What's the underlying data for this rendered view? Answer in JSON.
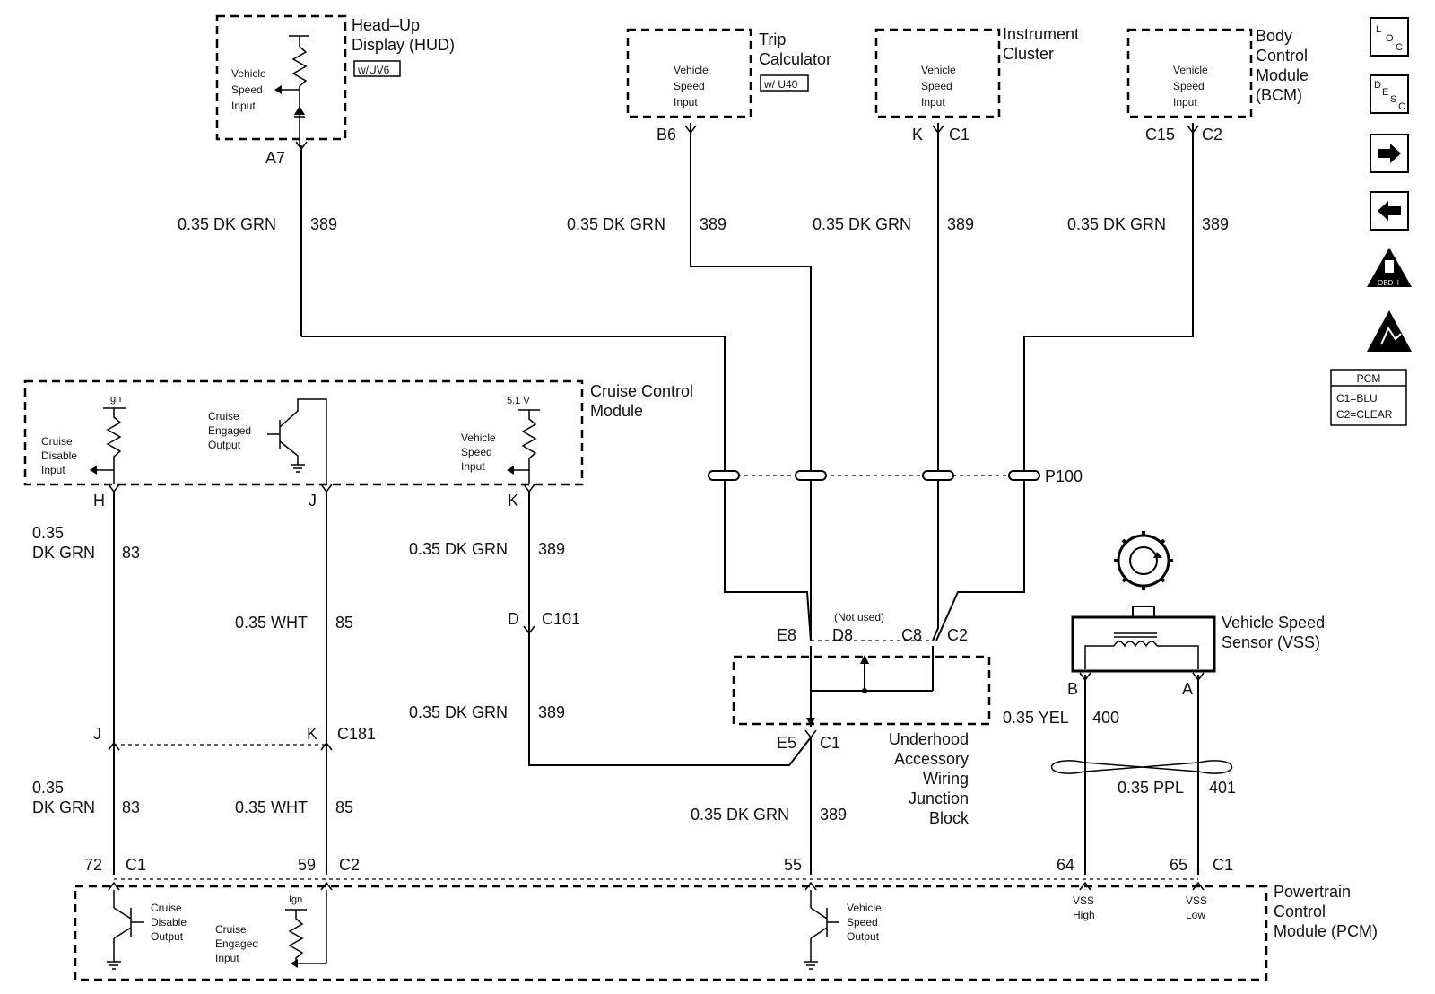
{
  "modules": {
    "hud": {
      "name": [
        "Head–Up",
        "Display (HUD)"
      ],
      "option": "w/UV6",
      "input": [
        "Vehicle",
        "Speed",
        "Input"
      ],
      "pin": "A7"
    },
    "trip": {
      "name": [
        "Trip",
        "Calculator"
      ],
      "option": "w/ U40",
      "input": [
        "Vehicle",
        "Speed",
        "Input"
      ],
      "pin": "B6"
    },
    "cluster": {
      "name": [
        "Instrument",
        "Cluster"
      ],
      "input": [
        "Vehicle",
        "Speed",
        "Input"
      ],
      "pin": "K",
      "conn": "C1"
    },
    "bcm": {
      "name": [
        "Body",
        "Control",
        "Module",
        "(BCM)"
      ],
      "input": [
        "Vehicle",
        "Speed",
        "Input"
      ],
      "pin": "C15",
      "conn": "C2"
    },
    "ccm": {
      "name": [
        "Cruise Control",
        "Module"
      ],
      "disable": [
        "Cruise",
        "Disable",
        "Input"
      ],
      "engaged": [
        "Cruise",
        "Engaged",
        "Output"
      ],
      "speed": [
        "Vehicle",
        "Speed",
        "Input"
      ],
      "ign": "Ign",
      "volt": "5.1 V",
      "pins": [
        "H",
        "J",
        "K"
      ]
    },
    "junction": {
      "name": [
        "Underhood",
        "Accessory",
        "Wiring",
        "Junction",
        "Block"
      ],
      "not_used": "(Not used)",
      "pins": [
        "E8",
        "D8",
        "C8",
        "C2",
        "E5",
        "C1"
      ]
    },
    "vss": {
      "name": [
        "Vehicle Speed",
        "Sensor (VSS)"
      ],
      "pins": [
        "B",
        "A"
      ]
    },
    "pcm": {
      "name": [
        "Powertrain",
        "Control",
        "Module (PCM)"
      ],
      "disable": [
        "Cruise",
        "Disable",
        "Output"
      ],
      "engaged": [
        "Cruise",
        "Engaged",
        "Input"
      ],
      "speed": [
        "Vehicle",
        "Speed",
        "Output"
      ],
      "vss_high": [
        "VSS",
        "High"
      ],
      "vss_low": [
        "VSS",
        "Low"
      ],
      "ign": "Ign",
      "pins": [
        "72",
        "C1",
        "59",
        "C2",
        "55",
        "64",
        "65",
        "C1"
      ]
    }
  },
  "wires": {
    "dkgrn389": "0.35 DK GRN",
    "num389": "389",
    "dkgrn83_a": "0.35",
    "dkgrn83_b": "DK GRN",
    "num83": "83",
    "wht85": "0.35 WHT",
    "num85": "85",
    "yel400": "0.35 YEL",
    "num400": "400",
    "ppl401": "0.35 PPL",
    "num401": "401"
  },
  "connectors": {
    "c101_pin": "D",
    "c101": "C101",
    "c181_j": "J",
    "c181_k": "K",
    "c181": "C181",
    "p100": "P100"
  },
  "sidebar": {
    "loc": "LOC",
    "desc": "DESC",
    "obd": "OBD II",
    "pcm_title": "PCM",
    "pcm_c1": "C1=BLU",
    "pcm_c2": "C2=CLEAR"
  }
}
